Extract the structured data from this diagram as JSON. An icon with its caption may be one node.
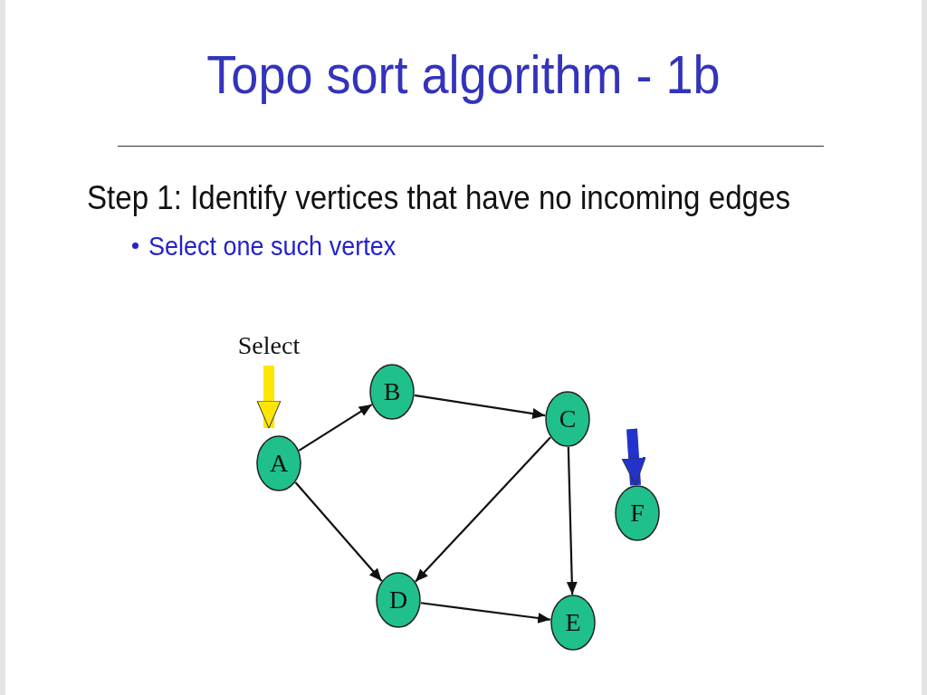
{
  "diagram": {
    "title": "Topo sort algorithm - 1b",
    "nodes": [
      {
        "text": [
          "Select"
        ]
      },
      {
        "text": [
          "A"
        ]
      },
      {
        "text": [
          "B"
        ]
      },
      {
        "text": [
          "C"
        ]
      },
      {
        "text": [
          "D"
        ]
      },
      {
        "text": [
          "E"
        ]
      },
      {
        "text": [
          "F"
        ]
      }
    ],
    "edges": [
      {
        "from": 0,
        "to": 1,
        "arrow": "to",
        "style": "thick",
        "color": "#ffe600"
      },
      {
        "from": null,
        "to": 6,
        "arrow": "to",
        "style": "thick",
        "color": "#2233cc"
      },
      {
        "from": 1,
        "to": 2,
        "arrow": "to"
      },
      {
        "from": 2,
        "to": 3,
        "arrow": "to"
      },
      {
        "from": 1,
        "to": 4,
        "arrow": "to"
      },
      {
        "from": 3,
        "to": 4,
        "arrow": "to"
      },
      {
        "from": 3,
        "to": 5,
        "arrow": "to"
      },
      {
        "from": 4,
        "to": 5,
        "arrow": "to"
      }
    ],
    "labels": [
      "Step 1: Identify vertices that have no incoming edges",
      "Select one such vertex"
    ]
  }
}
